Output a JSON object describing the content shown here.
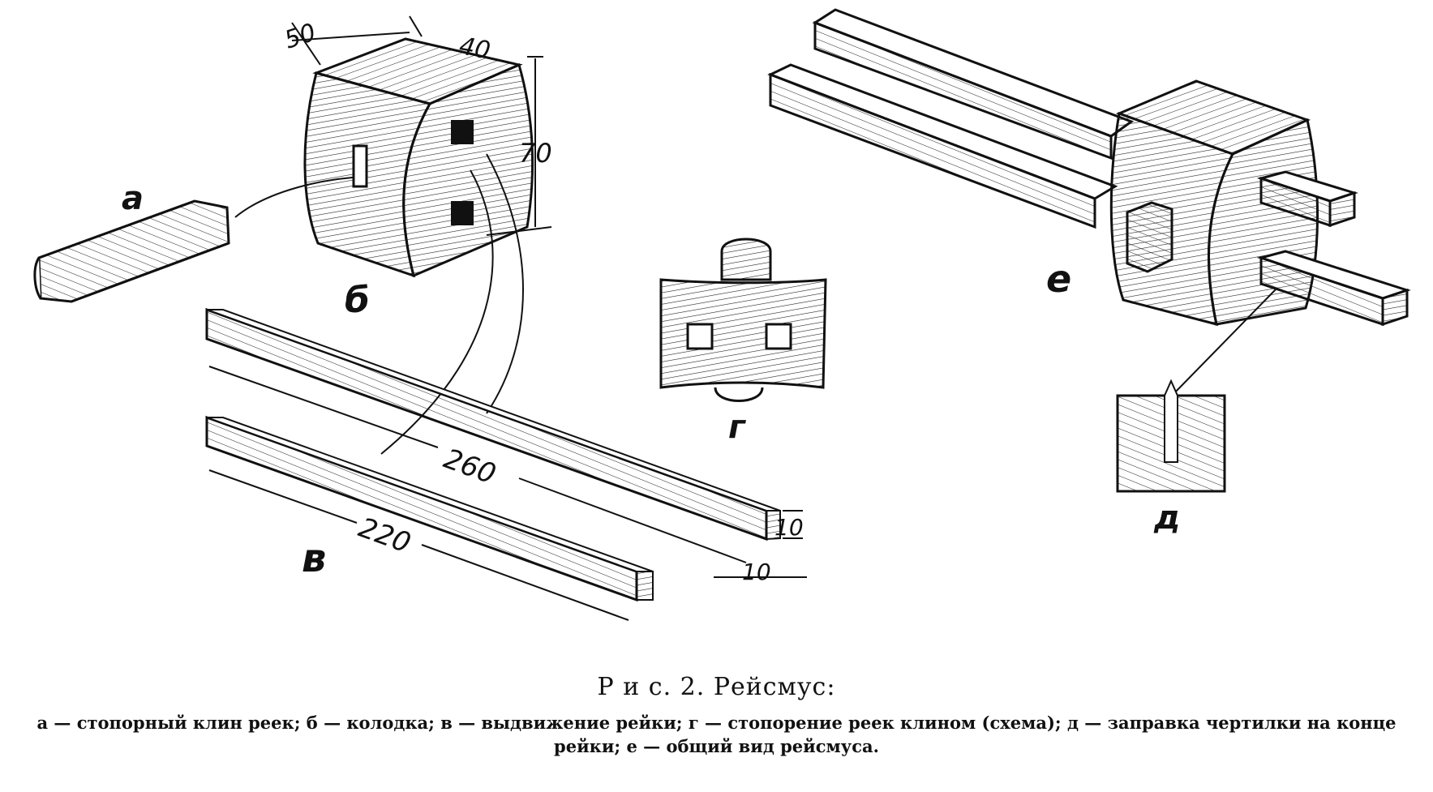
{
  "labels": {
    "a": "а",
    "b": "б",
    "v": "в",
    "g": "г",
    "d": "д",
    "e": "е"
  },
  "dimensions": {
    "block_depth": "50",
    "block_width": "40",
    "block_height": "70",
    "rail_long": "260",
    "rail_short": "220",
    "rail_thickness": "10",
    "rail_width": "10"
  },
  "caption": {
    "title": "Р и с. 2. Рейсмус:",
    "body": "а — стопорный клин реек; б — колодка; в — выдвижение рейки; г — стопорение реек клином (схема); д — заправка чертилки на конце рейки; е — общий вид рейсмуса."
  }
}
